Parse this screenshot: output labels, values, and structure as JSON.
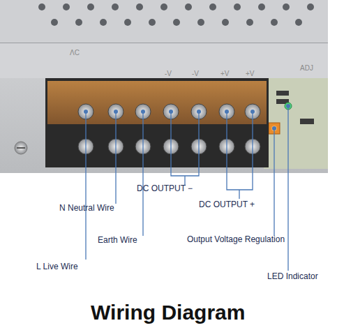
{
  "diagram": {
    "title": "Wiring Diagram",
    "labels": [
      "ΛC",
      "-V",
      "-V",
      "+V",
      "+V",
      "ADJ",
      "DC OUTPUT −",
      "DC OUTPUT +",
      "N Neutral Wire",
      "Earth Wire",
      "Output Voltage Regulation",
      "L Live Wire",
      "LED Indicator"
    ]
  }
}
